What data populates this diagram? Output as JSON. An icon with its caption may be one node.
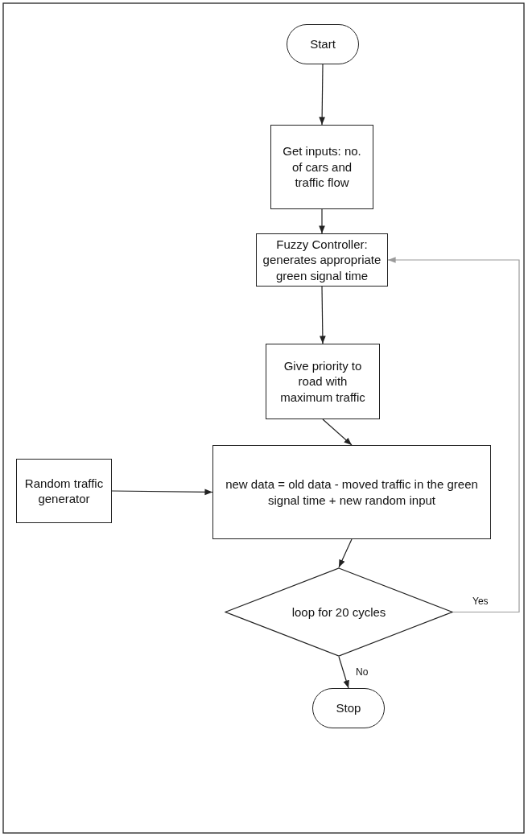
{
  "diagram": {
    "nodes": [
      {
        "text": [
          "Start"
        ]
      },
      {
        "text": [
          "Get inputs: no. of cars and traffic flow"
        ]
      },
      {
        "text": [
          "Fuzzy Controller: generates appropriate green signal time"
        ]
      },
      {
        "text": [
          "Give priority to road with maximum traffic"
        ]
      },
      {
        "text": [
          "new data = old data - moved traffic in the green signal time + new random input"
        ]
      },
      {
        "text": [
          "Random traffic generator"
        ]
      },
      {
        "text": [
          "loop for 20 cycles"
        ]
      },
      {
        "text": [
          "Stop"
        ]
      }
    ],
    "edges": [
      {
        "from": 0,
        "to": 1,
        "arrow": "to"
      },
      {
        "from": 1,
        "to": 2,
        "arrow": "to"
      },
      {
        "from": 2,
        "to": 3,
        "arrow": "to"
      },
      {
        "from": 3,
        "to": 4,
        "arrow": "to"
      },
      {
        "from": 5,
        "to": 4,
        "arrow": "to"
      },
      {
        "from": 4,
        "to": 6,
        "arrow": "to"
      },
      {
        "from": 6,
        "to": 2,
        "arrow": "to",
        "label": "Yes",
        "color": "#9a9a9a"
      },
      {
        "from": 6,
        "to": 7,
        "arrow": "to",
        "label": "No"
      }
    ]
  }
}
